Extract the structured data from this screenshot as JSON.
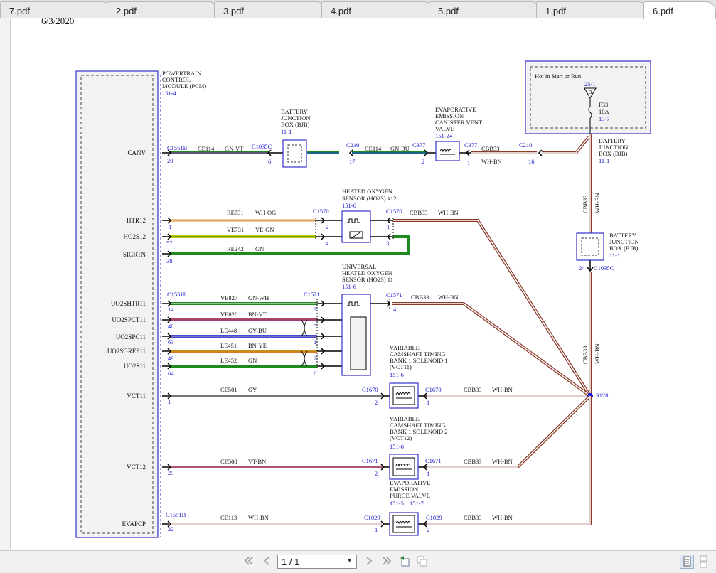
{
  "tabs": [
    {
      "label": "7.pdf",
      "active": false
    },
    {
      "label": "2.pdf",
      "active": false
    },
    {
      "label": "3.pdf",
      "active": false
    },
    {
      "label": "4.pdf",
      "active": false
    },
    {
      "label": "5.pdf",
      "active": false
    },
    {
      "label": "1.pdf",
      "active": false
    },
    {
      "label": "6.pdf",
      "active": true
    }
  ],
  "doc": {
    "date": "6/3/2020",
    "pcm": {
      "lines": [
        "POWERTRAIN",
        "CONTROL",
        "MODULE (PCM)"
      ],
      "ref": "151-4"
    },
    "pins": {
      "canv": "CANV",
      "htr12": "HTR12",
      "ho2s12": "HO2S12",
      "sigrtn": "SIGRTN",
      "uo2shtr11": "UO2SHTR11",
      "uo2spct11": "UO2SPCT11",
      "uo2spc11": "UO2SPC11",
      "uo2sgref11": "UO2SGREF11",
      "uo2s11": "UO2S11",
      "vct11": "VCT11",
      "vct12": "VCT12",
      "evapcp": "EVAPCP"
    },
    "connectors": {
      "c1551b": "C1551B",
      "c1035c": "C1035C",
      "c210": "C210",
      "c377": "C377",
      "c1570": "C1570",
      "c1551e": "C1551E",
      "c1571": "C1571",
      "c1670": "C1670",
      "c1671": "C1671",
      "c1029": "C1029",
      "s128": "S128"
    },
    "nums": {
      "n20": "20",
      "n6": "6",
      "n17": "17",
      "n2": "2",
      "n1": "1",
      "n16": "16",
      "n57": "57",
      "n4": "4",
      "n3": "3",
      "n38": "38",
      "n14": "14",
      "n48": "48",
      "n5": "5",
      "n63": "63",
      "n49": "49",
      "n64": "64",
      "n29": "29",
      "n22": "22",
      "n24": "24"
    },
    "circuits": {
      "ce114": "CE114",
      "gnvt": "GN-VT",
      "gnbu": "GN-BU",
      "cbb33": "CBB33",
      "whbn": "WH-BN",
      "re731": "RE731",
      "whog": "WH-OG",
      "ve731": "VE731",
      "yegn": "YE-GN",
      "re242": "RE242",
      "gn": "GN",
      "ve827": "VE827",
      "gnwh": "GN-WH",
      "ve826": "VE826",
      "bnvt": "BN-VT",
      "le448": "LE448",
      "gybu": "GY-BU",
      "le451": "LE451",
      "bnye": "BN-YE",
      "le452": "LE452",
      "ce501": "CE501",
      "gy": "GY",
      "ce508": "CE508",
      "vtbn": "VT-BN",
      "ce113": "CE113"
    },
    "bjb": {
      "lines": [
        "BATTERY",
        "JUNCTION",
        "BOX (BJB)"
      ],
      "ref": "11-1"
    },
    "hotbox": {
      "label": "Hot in Start or Run",
      "ref": "25-1",
      "pin": "B",
      "fuse": "F33",
      "amps": "10A",
      "fuseref": "13-7"
    },
    "evapvent": {
      "lines": [
        "EVAPORATIVE",
        "EMISSION",
        "CANISTER VENT",
        "VALVE"
      ],
      "ref": "151-24"
    },
    "ho2s12": {
      "lines": [
        "HEATED OXYGEN",
        "SENSOR (HO2S) #12"
      ],
      "ref": "151-6"
    },
    "uho2s11": {
      "lines": [
        "UNIVERSAL",
        "HEATED OXYGEN",
        "SENSOR (HO2S) 11"
      ],
      "ref": "151-6"
    },
    "vct11": {
      "lines": [
        "VARIABLE",
        "CAMSHAFT TIMING",
        "BANK 1 SOLENOID 1",
        "(VCT11)"
      ],
      "ref": "151-6"
    },
    "vct12": {
      "lines": [
        "VARIABLE",
        "CAMSHAFT TIMING",
        "BANK 1 SOLENOID 2",
        "(VCT12)"
      ],
      "ref": "151-6"
    },
    "purge": {
      "lines": [
        "EVAPORATIVE",
        "EMISSION",
        "PURGE VALVE"
      ],
      "ref1": "151-5",
      "ref2": "151-7"
    }
  },
  "viewer": {
    "page_value": "1 / 1"
  },
  "colors": {
    "link": "#1a1acc",
    "panel": "#3333cc",
    "spliceDot": "#1010ee"
  }
}
